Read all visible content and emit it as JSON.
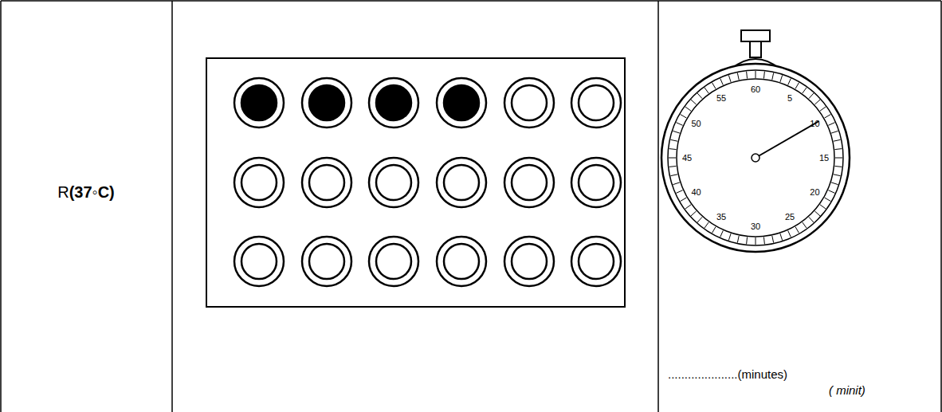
{
  "diagram": {
    "labels": [
      "R",
      "(37◦C)",
      "60",
      "5",
      "10",
      "15",
      "20",
      "25",
      "30",
      "35",
      "40",
      "45",
      "50",
      "55",
      ".....................(minutes)",
      "( minit)"
    ]
  }
}
